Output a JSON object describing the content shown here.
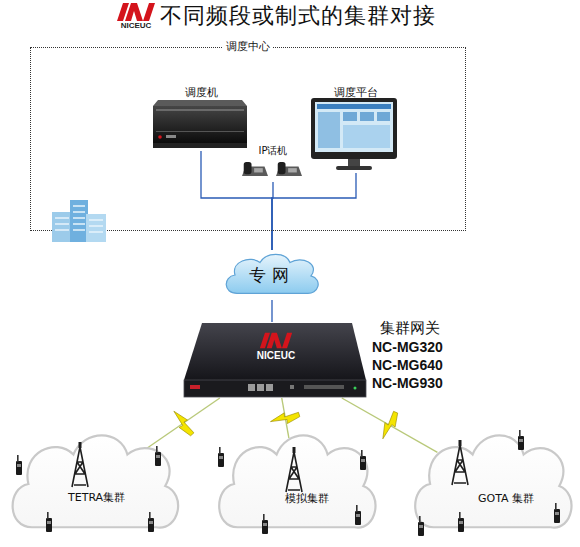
{
  "diagram": {
    "title": "不同频段或制式的集群对接",
    "nodes": [
      {
        "text": [
          "调度中心"
        ]
      },
      {
        "text": [
          "调度机"
        ],
        "in": 0
      },
      {
        "text": [
          "调度平台"
        ],
        "in": 0
      },
      {
        "text": [
          "IP话机"
        ],
        "in": 0
      },
      {
        "text": [
          "专网"
        ]
      },
      {
        "text": [
          "集群网关",
          "NC-MG320 NC-MG640 NC-MG930"
        ]
      },
      {
        "text": [
          "TETRA集群"
        ]
      },
      {
        "text": [
          "模拟集群"
        ]
      },
      {
        "text": [
          "GOTA 集群"
        ]
      }
    ],
    "edges": [
      {
        "from": 1,
        "to": 4,
        "arrow": "none"
      },
      {
        "from": 3,
        "to": 4,
        "arrow": "none"
      },
      {
        "from": 2,
        "to": 4,
        "arrow": "none"
      },
      {
        "from": 4,
        "to": 5,
        "arrow": "none"
      },
      {
        "from": 5,
        "to": 6,
        "arrow": "none"
      },
      {
        "from": 5,
        "to": 7,
        "arrow": "none"
      },
      {
        "from": 5,
        "to": 8,
        "arrow": "none"
      }
    ],
    "labels": [
      "NICEUC",
      "NICEUC"
    ]
  }
}
